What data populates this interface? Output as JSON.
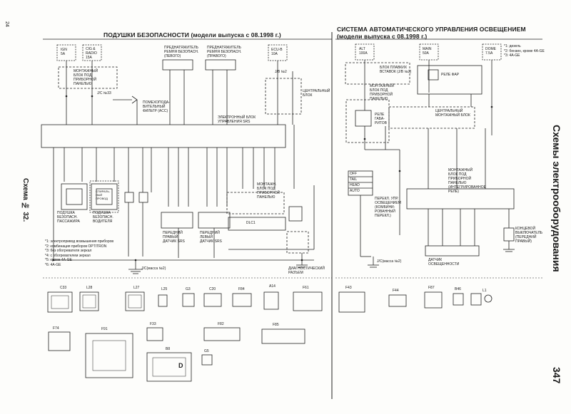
{
  "page": {
    "left_corner": "24",
    "page_number": "347",
    "scheme_label": "Схема № 32.",
    "section_title": "Схемы электрооборудования"
  },
  "left_panel": {
    "title": "ПОДУШКИ БЕЗОПАСНОСТИ (модели выпуска с 08.1998 г.)",
    "fuses": [
      {
        "label": "IGN\n5A"
      },
      {
        "label": "CIG &\nRADIO\n15A"
      },
      {
        "label": "ECU-B\n10A"
      }
    ],
    "pretensioner_left": "ПРЕДНАТЯЖИТЕЛЬ\nРЕМНЯ БЕЗОПАСН.\n(ЛЕВОГО)",
    "pretensioner_right": "ПРЕДНАТЯЖИТЕЛЬ\nРЕМНЯ БЕЗОПАСН.\n(ПРАВОГО)",
    "mount_block": "МОНТАЖНЫЙ\nБЛОК ПОД\nПРИБОРНОЙ\nПАНЕЛЬЮ",
    "jc": "J/C №33",
    "jb2": "J/B №2",
    "noise_filter": "ПОМЕХОПОДА-\nВИТЕЛЬНЫЙ\nФИЛЬТР (ACC)",
    "central_block": "ЦЕНТРАЛЬНЫЙ\nБЛОК",
    "srs_ecu": "ЭЛЕКТРОННЫЙ БЛОК\nУПРАВЛЕНИЯ SRS",
    "passenger_airbag": "ПОДУШКА\nБЕЗОПАСН.\nПАССАЖИРА",
    "driver_airbag": "ПОДУШКА\nБЕЗОПАСН.\nВОДИТЕЛЯ",
    "spiral_cable": "СПИРАЛЬ-\nНЫЙ\nПРОВОД",
    "front_right_sensor": "ПЕРЕДНИЙ\nПРАВЫЙ\nДАТЧИК SRS",
    "front_left_sensor": "ПЕРЕДНИЙ\nЛЕВЫЙ\nДАТЧИК SRS",
    "mount_block2": "МОНТАЖН.\nБЛОК ПОД\nПРИБОРНОЙ\nПАНЕЛЬЮ",
    "diag_connector": "ДИАГНОСТИЧЕСКИЙ\nРАЗЪЕМ",
    "dlc": "DLC1",
    "jc_cowl": "J/C(масса №2)",
    "notes": "*1: электропривод возвышения приборов\n*2: комбинация приборов OPTITRON\n*3: без обогревателя зеркал\n*4: с обогревателем зеркал\n*5: кроме 4A-GE\n*6: 4A-GE"
  },
  "right_panel": {
    "title": "СИСТЕМА АВТОМАТИЧЕСКОГО УПРАВЛЕНИЯ ОСВЕЩЕНИЕМ",
    "subtitle": "(модели выпуска с 08.1998 г.)",
    "fuses": [
      {
        "label": "ALT\n100A"
      },
      {
        "label": "MAIN\n50A"
      },
      {
        "label": "DOME\n7.5A"
      }
    ],
    "legend": "*1: дизель\n*2: бензин, кроме 4A-GE\n*3: 4A-GE",
    "fuse_block": "БЛОК ПЛАВКИХ\nВСТАВОК (J/B №2)",
    "mount_block": "МОНТАЖНЫЙ\nБЛОК ПОД\nПРИБОРНОЙ\nПАНЕЛЬЮ",
    "relay_tail": "РЕЛЕ\nГАБА-\nРИТОВ",
    "relay_head": "РЕЛЕ ФАР",
    "central_block": "ЦЕНТРАЛЬНЫЙ\nМОНТАЖНЫЙ БЛОК",
    "light_switch": "ПЕРЕКЛ. УПР.\nОСВЕЩЕНИЕМ\n(КОМБИНИ-\nРОВАННЫЙ\nПЕРЕКЛ.)",
    "integrated_relay": "МОНТАЖНЫЙ\nБЛОК ПОД\nПРИБОРНОЙ\nПАНЕЛЬЮ\n(ИНТЕГРИРОВАННОЕ\nРЕЛЕ)",
    "door_switch": "КОНЦЕВОЙ\nВЫКЛЮЧАТЕЛЬ\n(ПЕРЕДНИЙ\nПРАВЫЙ)",
    "light_sensor": "ДАТЧИК\nОСВЕЩЕННОСТИ",
    "jc_cowl": "J/C(масса №2)",
    "switch_positions": [
      "OFF",
      "TAIL",
      "HEAD",
      "AUTO"
    ]
  },
  "connectors": [
    "C33",
    "L28",
    "L27",
    "L25",
    "G3",
    "C20",
    "F84",
    "A14",
    "F61",
    "F43",
    "F44",
    "F87",
    "B46",
    "L1",
    "F74",
    "F91",
    "F33",
    "F82",
    "F85",
    "D",
    "B8",
    "G5"
  ],
  "colors": {
    "ink": "#1a1a1a",
    "paper": "#fdfdfb",
    "line": "#222222"
  }
}
